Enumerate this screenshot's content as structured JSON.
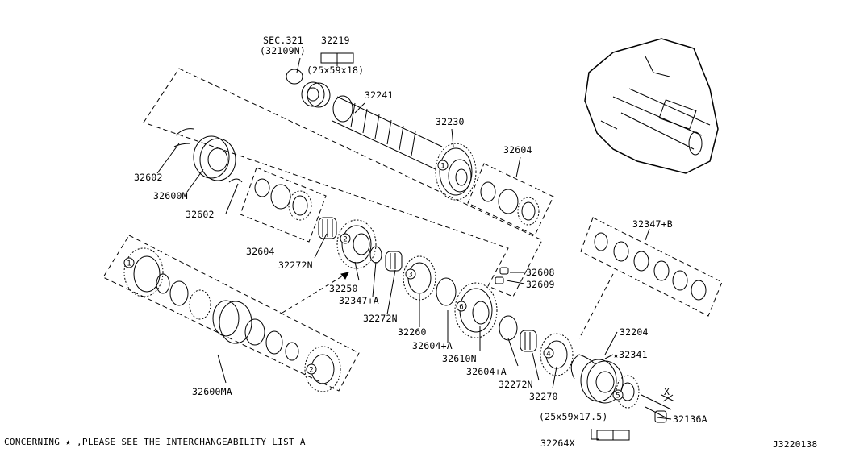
{
  "labels": {
    "sec": "SEC.321",
    "sec_part": "(32109N)",
    "p32219": "32219",
    "b1_size": "(25x59x18)",
    "p32241": "32241",
    "p32230": "32230",
    "p32604_top": "32604",
    "p32602_a": "32602",
    "p32600m": "32600M",
    "p32602_b": "32602",
    "p32604_left": "32604",
    "p32272n_a": "32272N",
    "p32250": "32250",
    "p32347a": "32347+A",
    "p32272n_b": "32272N",
    "p32260": "32260",
    "p32604a_a": "32604+A",
    "p32610n": "32610N",
    "p32608": "32608",
    "p32609": "32609",
    "p32347b": "32347+B",
    "p32204": "32204",
    "p32341": "★32341",
    "p32604a_b": "32604+A",
    "p32272n_c": "32272N",
    "p32270": "32270",
    "x_mark": "X",
    "p32136a": "32136A",
    "b2_size": "(25x59x17.5)",
    "p32264x": "32264X",
    "p32600ma": "32600MA"
  },
  "callouts": [
    "1",
    "2",
    "3",
    "4",
    "5",
    "6"
  ],
  "footer": {
    "note": "CONCERNING ★ ,PLEASE SEE THE INTERCHANGEABILITY LIST A",
    "diagram_id": "J3220138"
  }
}
